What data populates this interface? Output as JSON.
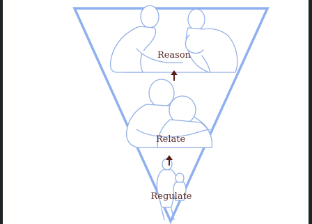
{
  "diagram": {
    "levels": [
      {
        "label": "Reason"
      },
      {
        "label": "Relate"
      },
      {
        "label": "Regulate"
      }
    ]
  },
  "colors": {
    "triangle": "#8fb0ef",
    "figure_stroke": "#93b0e6",
    "label_text": "#5a2a2a",
    "arrow": "#5a1a1a",
    "side_bars": "#1f2326"
  }
}
